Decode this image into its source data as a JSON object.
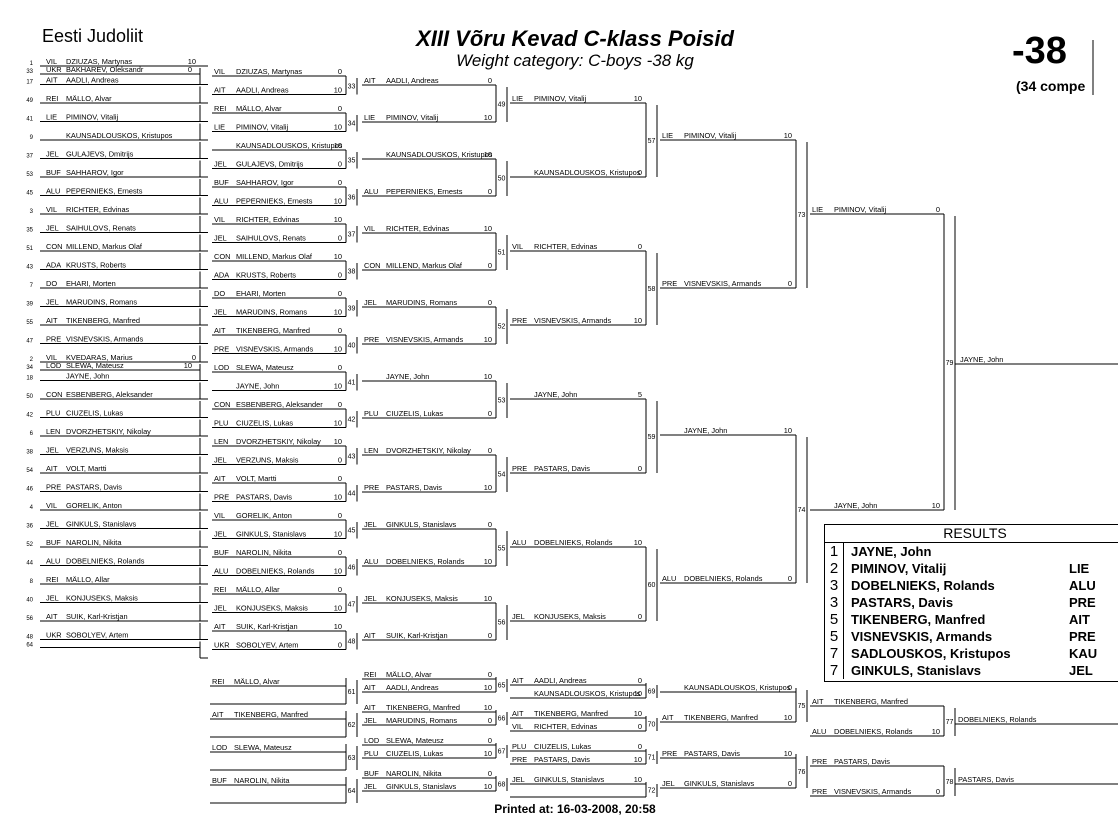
{
  "header": {
    "organizer": "Eesti Judoliit",
    "title": "XIII Võru Kevad C-klass Poisid",
    "subtitle": "Weight category: C-boys -38 kg",
    "weight": "-38",
    "competitors": "(34 compe"
  },
  "footer": {
    "printed": "Printed at: 16-03-2008, 20:58"
  },
  "results": {
    "header": "RESULTS",
    "rows": [
      {
        "place": "1",
        "name": "JAYNE, John",
        "club": ""
      },
      {
        "place": "2",
        "name": "PIMINOV, Vitalij",
        "club": "LIE"
      },
      {
        "place": "3",
        "name": "DOBELNIEKS, Rolands",
        "club": "ALU"
      },
      {
        "place": "3",
        "name": "PASTARS, Davis",
        "club": "PRE"
      },
      {
        "place": "5",
        "name": "TIKENBERG, Manfred",
        "club": "AIT"
      },
      {
        "place": "5",
        "name": "VISNEVSKIS, Armands",
        "club": "PRE"
      },
      {
        "place": "7",
        "name": "SADLOUSKOS, Kristupos",
        "club": "KAU"
      },
      {
        "place": "7",
        "name": "GINKULS, Stanislavs",
        "club": "JEL"
      }
    ]
  },
  "seeds": [
    {
      "n": "1",
      "club": "VIL",
      "name": "DZIUZAS, Martynas",
      "score": "10",
      "sub": [
        {
          "n": "33",
          "club": "UKR",
          "name": "BAKHAREV, Oleksandr",
          "score": "0"
        }
      ]
    },
    {
      "n": "17",
      "club": "AIT",
      "name": "AADLI, Andreas",
      "score": ""
    },
    {
      "n": "49",
      "club": "REI",
      "name": "MÄLLO, Alvar",
      "score": ""
    },
    {
      "n": "41",
      "club": "LIE",
      "name": "PIMINOV, Vitalij",
      "score": ""
    },
    {
      "n": "9",
      "club": "",
      "name": "KAUNSADLOUSKOS, Kristupos",
      "score": ""
    },
    {
      "n": "37",
      "club": "JEL",
      "name": "GULAJEVS, Dmitrijs",
      "score": ""
    },
    {
      "n": "53",
      "club": "BUF",
      "name": "SAHHAROV, Igor",
      "score": ""
    },
    {
      "n": "45",
      "club": "ALU",
      "name": "PEPERNIEKS, Ernests",
      "score": ""
    },
    {
      "n": "3",
      "club": "VIL",
      "name": "RICHTER, Edvinas",
      "score": ""
    },
    {
      "n": "35",
      "club": "JEL",
      "name": "SAIHULOVS, Renats",
      "score": ""
    },
    {
      "n": "51",
      "club": "CON",
      "name": "MILLEND, Markus Olaf",
      "score": ""
    },
    {
      "n": "43",
      "club": "ADA",
      "name": "KRUSTS, Roberts",
      "score": ""
    },
    {
      "n": "7",
      "club": "DO",
      "name": "EHARI, Morten",
      "score": ""
    },
    {
      "n": "39",
      "club": "JEL",
      "name": "MARUDINS, Romans",
      "score": ""
    },
    {
      "n": "55",
      "club": "AIT",
      "name": "TIKENBERG, Manfred",
      "score": ""
    },
    {
      "n": "47",
      "club": "PRE",
      "name": "VISNEVSKIS, Armands",
      "score": ""
    },
    {
      "n": "2",
      "club": "VIL",
      "name": "KVEDARAS, Marius",
      "score": "0",
      "sub": [
        {
          "n": "34",
          "club": "LOD",
          "name": "SLEWA, Mateusz",
          "score": "10"
        }
      ]
    },
    {
      "n": "18",
      "club": "",
      "name": "JAYNE, John",
      "score": ""
    },
    {
      "n": "50",
      "club": "CON",
      "name": "ESBENBERG, Aleksander",
      "score": ""
    },
    {
      "n": "42",
      "club": "PLU",
      "name": "CIUZELIS, Lukas",
      "score": ""
    },
    {
      "n": "6",
      "club": "LEN",
      "name": "DVORZHETSKIY, Nikolay",
      "score": ""
    },
    {
      "n": "38",
      "club": "JEL",
      "name": "VERZUNS, Maksis",
      "score": ""
    },
    {
      "n": "54",
      "club": "AIT",
      "name": "VOLT, Martti",
      "score": ""
    },
    {
      "n": "46",
      "club": "PRE",
      "name": "PASTARS, Davis",
      "score": ""
    },
    {
      "n": "4",
      "club": "VIL",
      "name": "GORELIK, Anton",
      "score": ""
    },
    {
      "n": "36",
      "club": "JEL",
      "name": "GINKULS, Stanislavs",
      "score": ""
    },
    {
      "n": "52",
      "club": "BUF",
      "name": "NAROLIN, Nikita",
      "score": ""
    },
    {
      "n": "44",
      "club": "ALU",
      "name": "DOBELNIEKS, Rolands",
      "score": ""
    },
    {
      "n": "8",
      "club": "REI",
      "name": "MÄLLO, Allar",
      "score": ""
    },
    {
      "n": "40",
      "club": "JEL",
      "name": "KONJUSEKS, Maksis",
      "score": ""
    },
    {
      "n": "56",
      "club": "AIT",
      "name": "SUIK, Karl-Kristjan",
      "score": ""
    },
    {
      "n": "48",
      "club": "UKR",
      "name": "SOBOLYEV, Artem",
      "score": "",
      "sub": [
        {
          "n": "64",
          "club": "",
          "name": "",
          "score": ""
        }
      ]
    }
  ],
  "round_1": [
    {
      "m": "33",
      "a": {
        "club": "VIL",
        "name": "DZIUZAS, Martynas",
        "score": "0"
      },
      "b": {
        "club": "AIT",
        "name": "AADLI, Andreas",
        "score": "10"
      }
    },
    {
      "m": "34",
      "a": {
        "club": "REI",
        "name": "MÄLLO, Alvar",
        "score": "0"
      },
      "b": {
        "club": "LIE",
        "name": "PIMINOV, Vitalij",
        "score": "10"
      }
    },
    {
      "m": "35",
      "a": {
        "club": "",
        "name": "KAUNSADLOUSKOS, Kristupos",
        "score": "10"
      },
      "b": {
        "club": "JEL",
        "name": "GULAJEVS, Dmitrijs",
        "score": "0"
      }
    },
    {
      "m": "36",
      "a": {
        "club": "BUF",
        "name": "SAHHAROV, Igor",
        "score": "0"
      },
      "b": {
        "club": "ALU",
        "name": "PEPERNIEKS, Ernests",
        "score": "10"
      }
    },
    {
      "m": "37",
      "a": {
        "club": "VIL",
        "name": "RICHTER, Edvinas",
        "score": "10"
      },
      "b": {
        "club": "JEL",
        "name": "SAIHULOVS, Renats",
        "score": "0"
      }
    },
    {
      "m": "38",
      "a": {
        "club": "CON",
        "name": "MILLEND, Markus Olaf",
        "score": "10"
      },
      "b": {
        "club": "ADA",
        "name": "KRUSTS, Roberts",
        "score": "0"
      }
    },
    {
      "m": "39",
      "a": {
        "club": "DO",
        "name": "EHARI, Morten",
        "score": "0"
      },
      "b": {
        "club": "JEL",
        "name": "MARUDINS, Romans",
        "score": "10"
      }
    },
    {
      "m": "40",
      "a": {
        "club": "AIT",
        "name": "TIKENBERG, Manfred",
        "score": "0"
      },
      "b": {
        "club": "PRE",
        "name": "VISNEVSKIS, Armands",
        "score": "10"
      }
    },
    {
      "m": "41",
      "a": {
        "club": "LOD",
        "name": "SLEWA, Mateusz",
        "score": "0"
      },
      "b": {
        "club": "",
        "name": "JAYNE, John",
        "score": "10"
      }
    },
    {
      "m": "42",
      "a": {
        "club": "CON",
        "name": "ESBENBERG, Aleksander",
        "score": "0"
      },
      "b": {
        "club": "PLU",
        "name": "CIUZELIS, Lukas",
        "score": "10"
      }
    },
    {
      "m": "43",
      "a": {
        "club": "LEN",
        "name": "DVORZHETSKIY, Nikolay",
        "score": "10"
      },
      "b": {
        "club": "JEL",
        "name": "VERZUNS, Maksis",
        "score": "0"
      }
    },
    {
      "m": "44",
      "a": {
        "club": "AIT",
        "name": "VOLT, Martti",
        "score": "0"
      },
      "b": {
        "club": "PRE",
        "name": "PASTARS, Davis",
        "score": "10"
      }
    },
    {
      "m": "45",
      "a": {
        "club": "VIL",
        "name": "GORELIK, Anton",
        "score": "0"
      },
      "b": {
        "club": "JEL",
        "name": "GINKULS, Stanislavs",
        "score": "10"
      }
    },
    {
      "m": "46",
      "a": {
        "club": "BUF",
        "name": "NAROLIN, Nikita",
        "score": "0"
      },
      "b": {
        "club": "ALU",
        "name": "DOBELNIEKS, Rolands",
        "score": "10"
      }
    },
    {
      "m": "47",
      "a": {
        "club": "REI",
        "name": "MÄLLO, Allar",
        "score": "0"
      },
      "b": {
        "club": "JEL",
        "name": "KONJUSEKS, Maksis",
        "score": "10"
      }
    },
    {
      "m": "48",
      "a": {
        "club": "AIT",
        "name": "SUIK, Karl-Kristjan",
        "score": "10"
      },
      "b": {
        "club": "UKR",
        "name": "SOBOLYEV, Artem",
        "score": "0"
      }
    }
  ],
  "round_2": [
    {
      "m": "49",
      "a": {
        "club": "AIT",
        "name": "AADLI, Andreas",
        "score": "0"
      },
      "b": {
        "club": "LIE",
        "name": "PIMINOV, Vitalij",
        "score": "10"
      }
    },
    {
      "m": "50",
      "a": {
        "club": "",
        "name": "KAUNSADLOUSKOS, Kristupos",
        "score": "10"
      },
      "b": {
        "club": "ALU",
        "name": "PEPERNIEKS, Ernests",
        "score": "0"
      }
    },
    {
      "m": "51",
      "a": {
        "club": "VIL",
        "name": "RICHTER, Edvinas",
        "score": "10"
      },
      "b": {
        "club": "CON",
        "name": "MILLEND, Markus Olaf",
        "score": "0"
      }
    },
    {
      "m": "52",
      "a": {
        "club": "JEL",
        "name": "MARUDINS, Romans",
        "score": "0"
      },
      "b": {
        "club": "PRE",
        "name": "VISNEVSKIS, Armands",
        "score": "10"
      }
    },
    {
      "m": "53",
      "a": {
        "club": "",
        "name": "JAYNE, John",
        "score": "10"
      },
      "b": {
        "club": "PLU",
        "name": "CIUZELIS, Lukas",
        "score": "0"
      }
    },
    {
      "m": "54",
      "a": {
        "club": "LEN",
        "name": "DVORZHETSKIY, Nikolay",
        "score": "0"
      },
      "b": {
        "club": "PRE",
        "name": "PASTARS, Davis",
        "score": "10"
      }
    },
    {
      "m": "55",
      "a": {
        "club": "JEL",
        "name": "GINKULS, Stanislavs",
        "score": "0"
      },
      "b": {
        "club": "ALU",
        "name": "DOBELNIEKS, Rolands",
        "score": "10"
      }
    },
    {
      "m": "56",
      "a": {
        "club": "JEL",
        "name": "KONJUSEKS, Maksis",
        "score": "10"
      },
      "b": {
        "club": "AIT",
        "name": "SUIK, Karl-Kristjan",
        "score": "0"
      }
    }
  ],
  "round_3": [
    {
      "m": "57",
      "a": {
        "club": "LIE",
        "name": "PIMINOV, Vitalij",
        "score": "10"
      },
      "b": {
        "club": "",
        "name": "KAUNSADLOUSKOS, Kristupos",
        "score": "0"
      }
    },
    {
      "m": "58",
      "a": {
        "club": "VIL",
        "name": "RICHTER, Edvinas",
        "score": "0"
      },
      "b": {
        "club": "PRE",
        "name": "VISNEVSKIS, Armands",
        "score": "10"
      }
    },
    {
      "m": "59",
      "a": {
        "club": "",
        "name": "JAYNE, John",
        "score": "5"
      },
      "b": {
        "club": "PRE",
        "name": "PASTARS, Davis",
        "score": "0"
      }
    },
    {
      "m": "60",
      "a": {
        "club": "ALU",
        "name": "DOBELNIEKS, Rolands",
        "score": "10"
      },
      "b": {
        "club": "JEL",
        "name": "KONJUSEKS, Maksis",
        "score": "0"
      }
    }
  ],
  "round_4": [
    {
      "m": "73",
      "a": {
        "club": "LIE",
        "name": "PIMINOV, Vitalij",
        "score": "10"
      },
      "b": {
        "club": "PRE",
        "name": "VISNEVSKIS, Armands",
        "score": "0"
      }
    },
    {
      "m": "74",
      "a": {
        "club": "",
        "name": "JAYNE, John",
        "score": "10"
      },
      "b": {
        "club": "ALU",
        "name": "DOBELNIEKS, Rolands",
        "score": "0"
      }
    }
  ],
  "final": {
    "m": "79",
    "a": {
      "club": "LIE",
      "name": "PIMINOV, Vitalij",
      "score": "0"
    },
    "b": {
      "club": "",
      "name": "JAYNE, John",
      "score": "10"
    },
    "winner": "JAYNE, John"
  },
  "repechage_1": [
    {
      "m": "61",
      "a": {
        "club": "REI",
        "name": "MÄLLO, Alvar",
        "score": ""
      },
      "b": {
        "club": "",
        "name": "",
        "score": ""
      }
    },
    {
      "m": "62",
      "a": {
        "club": "AIT",
        "name": "TIKENBERG, Manfred",
        "score": ""
      },
      "b": {
        "club": "",
        "name": "",
        "score": ""
      }
    },
    {
      "m": "63",
      "a": {
        "club": "LOD",
        "name": "SLEWA, Mateusz",
        "score": ""
      },
      "b": {
        "club": "",
        "name": "",
        "score": ""
      }
    },
    {
      "m": "64",
      "a": {
        "club": "BUF",
        "name": "NAROLIN, Nikita",
        "score": ""
      },
      "b": {
        "club": "",
        "name": "",
        "score": ""
      }
    }
  ],
  "repechage_2": [
    {
      "m": "65",
      "a": {
        "club": "REI",
        "name": "MÄLLO, Alvar",
        "score": "0"
      },
      "b": {
        "club": "AIT",
        "name": "AADLI, Andreas",
        "score": "10"
      }
    },
    {
      "m": "66",
      "a": {
        "club": "AIT",
        "name": "TIKENBERG, Manfred",
        "score": "10"
      },
      "b": {
        "club": "JEL",
        "name": "MARUDINS, Romans",
        "score": "0"
      }
    },
    {
      "m": "67",
      "a": {
        "club": "LOD",
        "name": "SLEWA, Mateusz",
        "score": "0"
      },
      "b": {
        "club": "PLU",
        "name": "CIUZELIS, Lukas",
        "score": "10"
      }
    },
    {
      "m": "68",
      "a": {
        "club": "BUF",
        "name": "NAROLIN, Nikita",
        "score": "0"
      },
      "b": {
        "club": "JEL",
        "name": "GINKULS, Stanislavs",
        "score": "10"
      }
    }
  ],
  "repechage_3": [
    {
      "m": "69",
      "a": {
        "club": "AIT",
        "name": "AADLI, Andreas",
        "score": "0"
      },
      "b": {
        "club": "",
        "name": "KAUNSADLOUSKOS, Kristupos",
        "score": "10"
      }
    },
    {
      "m": "70",
      "a": {
        "club": "AIT",
        "name": "TIKENBERG, Manfred",
        "score": "10"
      },
      "b": {
        "club": "VIL",
        "name": "RICHTER, Edvinas",
        "score": "0"
      }
    },
    {
      "m": "71",
      "a": {
        "club": "PLU",
        "name": "CIUZELIS, Lukas",
        "score": "0"
      },
      "b": {
        "club": "PRE",
        "name": "PASTARS, Davis",
        "score": "10"
      }
    },
    {
      "m": "72",
      "a": {
        "club": "JEL",
        "name": "GINKULS, Stanislavs",
        "score": "10"
      },
      "b": {
        "club": "",
        "name": "",
        "score": ""
      }
    }
  ],
  "repechage_4": [
    {
      "m": "75",
      "a": {
        "club": "",
        "name": "KAUNSADLOUSKOS, Kristupos",
        "score": "0"
      },
      "b": {
        "club": "AIT",
        "name": "TIKENBERG, Manfred",
        "score": "10"
      }
    },
    {
      "m": "76",
      "a": {
        "club": "PRE",
        "name": "PASTARS, Davis",
        "score": "10"
      },
      "b": {
        "club": "JEL",
        "name": "GINKULS, Stanislavs",
        "score": "0"
      }
    }
  ],
  "repechage_5": [
    {
      "m": "77",
      "a": {
        "club": "AIT",
        "name": "TIKENBERG, Manfred",
        "score": ""
      },
      "b": {
        "club": "ALU",
        "name": "DOBELNIEKS, Rolands",
        "score": "10"
      },
      "winner": "DOBELNIEKS, Rolands"
    },
    {
      "m": "78",
      "a": {
        "club": "PRE",
        "name": "PASTARS, Davis",
        "score": ""
      },
      "b": {
        "club": "PRE",
        "name": "VISNEVSKIS, Armands",
        "score": "0"
      },
      "winner": "PASTARS, Davis"
    }
  ]
}
